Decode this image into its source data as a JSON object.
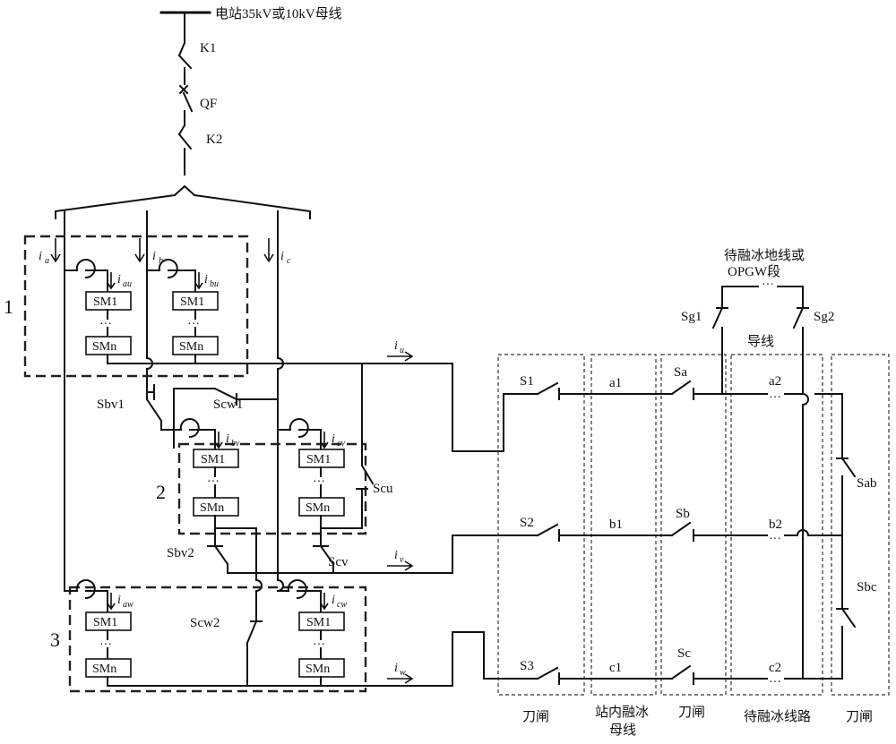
{
  "bus_label": "电站35kV或10kV母线",
  "switches": {
    "k1": "K1",
    "qf": "QF",
    "k2": "K2",
    "sbv1": "Sbv1",
    "scw1": "Scw1",
    "scu": "Scu",
    "sbv2": "Sbv2",
    "scv": "Scv",
    "scw2": "Scw2",
    "s1": "S1",
    "s2": "S2",
    "s3": "S3",
    "sa": "Sa",
    "sb": "Sb",
    "sc": "Sc",
    "sab": "Sab",
    "sbc": "Sbc",
    "sg1": "Sg1",
    "sg2": "Sg2"
  },
  "modules": {
    "first": "SM1",
    "last": "SMn",
    "dots": "···"
  },
  "groups": {
    "g1": "1",
    "g2": "2",
    "g3": "3"
  },
  "currents": {
    "ia": "i",
    "ia_sub": "a",
    "ib": "i",
    "ib_sub": "b",
    "ic": "i",
    "ic_sub": "c",
    "iau": "i",
    "iau_sub": "au",
    "ibu": "i",
    "ibu_sub": "bu",
    "ibv": "i",
    "ibv_sub": "bv",
    "icv": "i",
    "icv_sub": "cv",
    "iaw": "i",
    "iaw_sub": "aw",
    "icw": "i",
    "icw_sub": "cw",
    "iu": "i",
    "iu_sub": "u",
    "iv": "i",
    "iv_sub": "v",
    "iw": "i",
    "iw_sub": "w"
  },
  "nodes": {
    "a1": "a1",
    "b1": "b1",
    "c1": "c1",
    "a2": "a2",
    "b2": "b2",
    "c2": "c2"
  },
  "labels": {
    "ground_wire_line1": "待融冰地线或",
    "ground_wire_line2": "OPGW段",
    "conductor": "导线",
    "knife_switch_left": "刀闸",
    "station_bus_line1": "站内融冰",
    "station_bus_line2": "母线",
    "knife_switch_mid": "刀闸",
    "deice_line": "待融冰线路",
    "knife_switch_right": "刀闸"
  }
}
